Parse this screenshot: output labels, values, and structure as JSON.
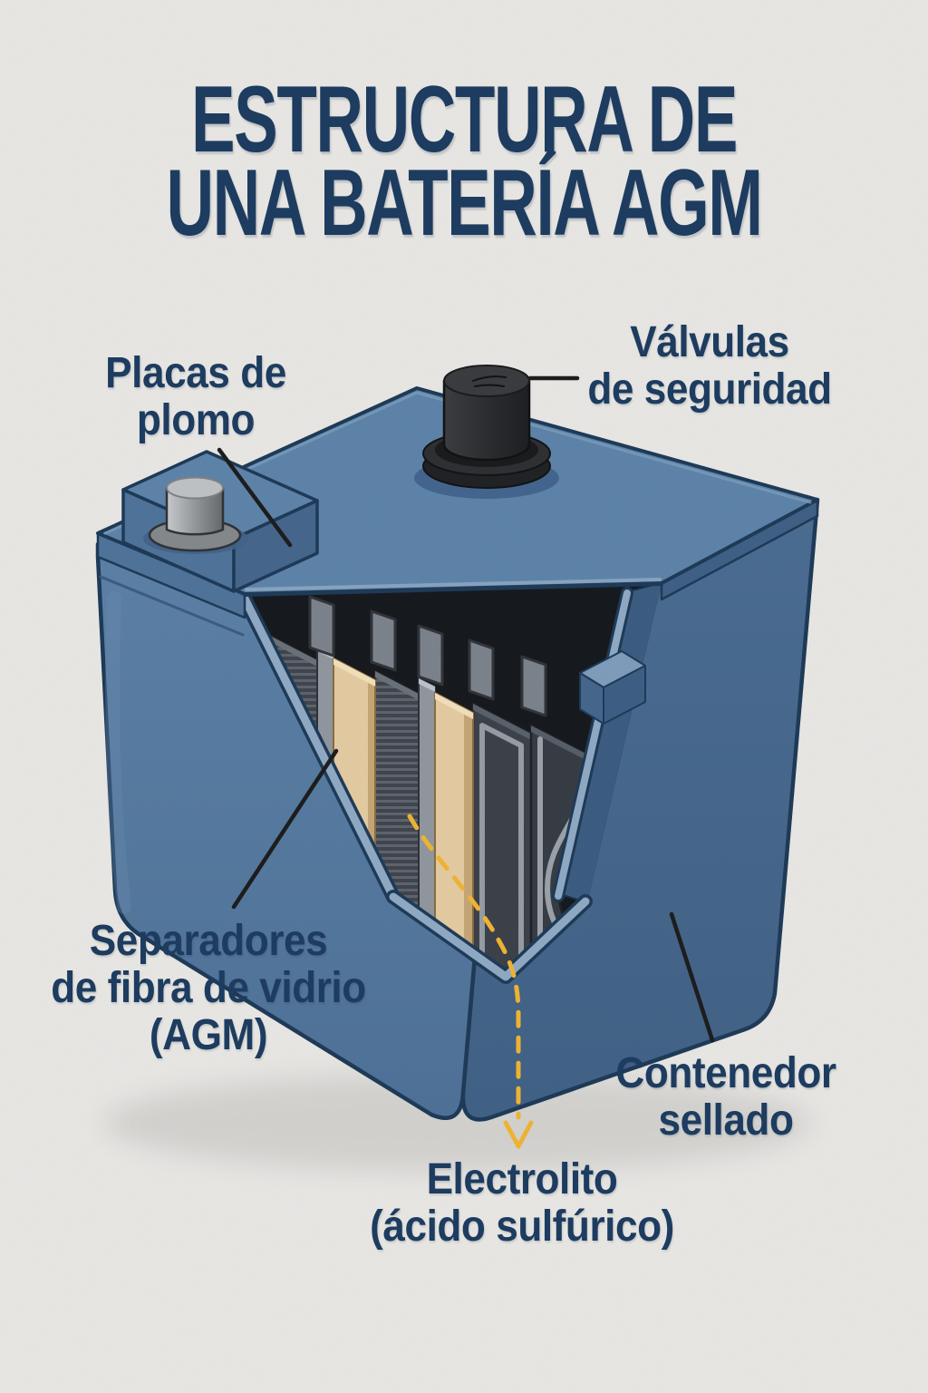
{
  "title": {
    "line1": "ESTRUCTURA DE UNA",
    "line2": "BATERÍA AGM"
  },
  "labels": {
    "lead_plates": {
      "line1": "Placas de",
      "line2": "plomo"
    },
    "safety_valves": {
      "line1": "Válvulas",
      "line2": "de seguridad"
    },
    "agm_separators": {
      "line1": "Separadores",
      "line2": "de fibra de vidrio",
      "line3": "(AGM)"
    },
    "sealed_container": {
      "line1": "Contenedor",
      "line2": "sellado"
    },
    "electrolyte": {
      "line1": "Electrolito",
      "line2": "(ácido sulfúrico)"
    }
  },
  "colors": {
    "background": "#e9e8e5",
    "text_navy": "#1d3c5f",
    "outline_navy": "#1c3956",
    "case_lid_blue": "#5d83a9",
    "case_left_blue": "#54779d",
    "case_right_blue": "#46678d",
    "cut_edge_blue": "#8fa9c4",
    "separator_tan": "#e4cba1",
    "plate_dark_gray": "#41454d",
    "plate_frame_gray": "#8f969e",
    "valve_black": "#2b2d30",
    "terminal_gray": "#b0b3b6",
    "electrolyte_arrow_yellow": "#f0b433",
    "leader_line_black": "#1b1b1b"
  }
}
